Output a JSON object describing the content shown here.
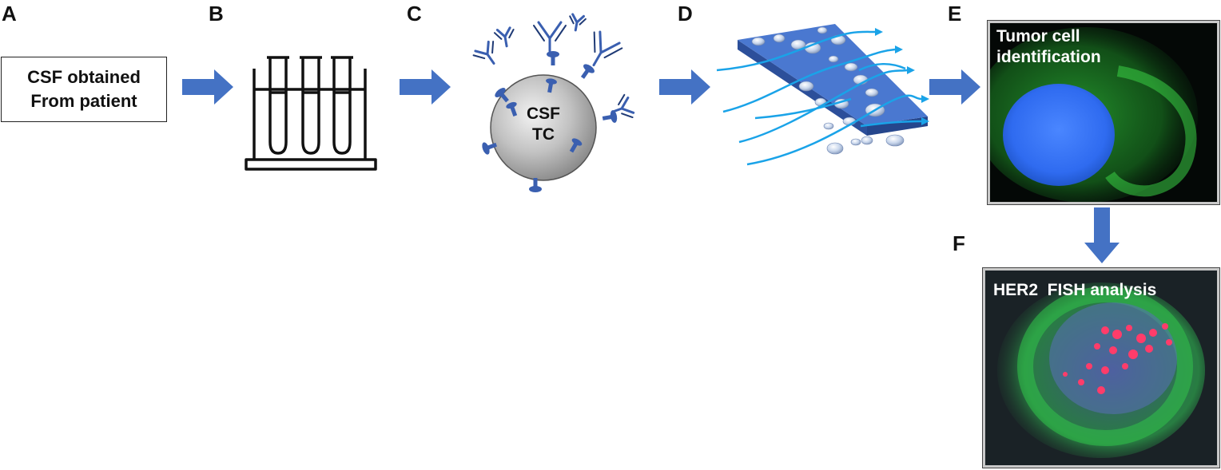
{
  "panels": {
    "a": "A",
    "b": "B",
    "c": "C",
    "d": "D",
    "e": "E",
    "f": "F"
  },
  "csf_box": {
    "line1": "CSF obtained",
    "line2": "From patient"
  },
  "cell": {
    "line1": "CSF",
    "line2": "TC"
  },
  "micrograph_e": {
    "line1": "Tumor cell",
    "line2": "identification"
  },
  "micrograph_f": {
    "label": "HER2  FISH analysis"
  },
  "colors": {
    "arrow": "#4472c4",
    "antibody": "#3a5fb0",
    "chip": "#4a78d0",
    "flow": "#1aa3e8",
    "nucleus_blue": "#2f6bf0",
    "cytoplasm_green": "#2fbf3a",
    "fish_red": "#ff3c6a"
  }
}
